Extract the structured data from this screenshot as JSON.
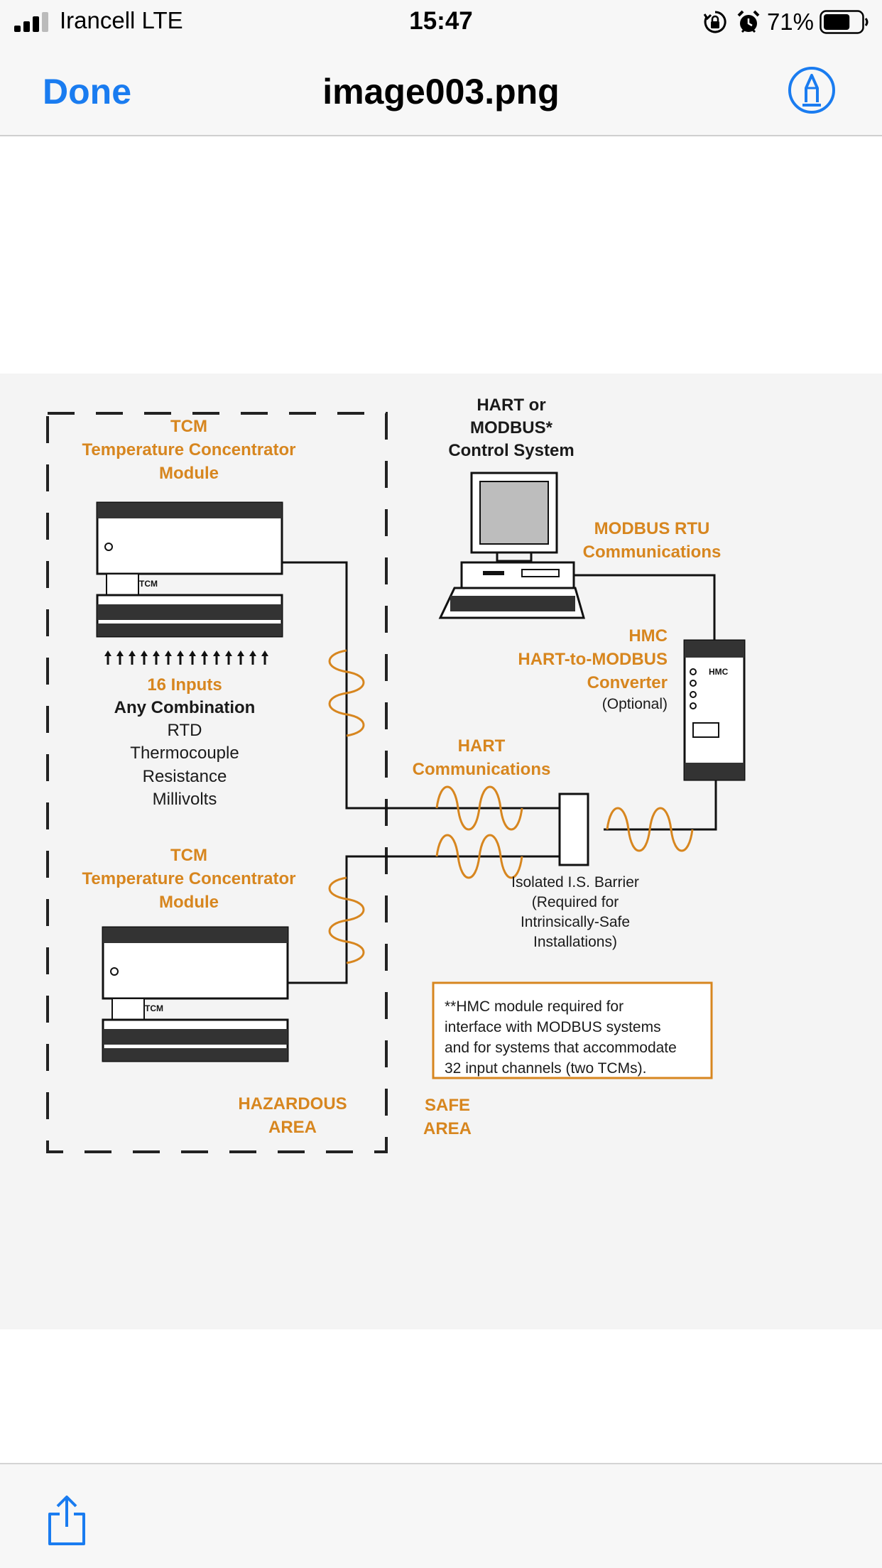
{
  "status_bar": {
    "carrier": "Irancell  LTE",
    "time": "15:47",
    "battery_percent": "71%",
    "battery_level": 0.71
  },
  "nav": {
    "done_label": "Done",
    "title": "image003.png"
  },
  "diagram": {
    "tcm1": {
      "line1": "TCM",
      "line2": "Temperature Concentrator",
      "line3": "Module"
    },
    "inputs": {
      "count_label": "16 Inputs",
      "combo_label": "Any Combination",
      "types": [
        "RTD",
        "Thermocouple",
        "Resistance",
        "Millivolts"
      ]
    },
    "tcm2": {
      "line1": "TCM",
      "line2": "Temperature Concentrator",
      "line3": "Module"
    },
    "control": {
      "line1": "HART or",
      "line2": "MODBUS*",
      "line3": "Control System"
    },
    "modbus_rtu": {
      "line1": "MODBUS RTU",
      "line2": "Communications"
    },
    "hmc": {
      "line1": "HMC",
      "line2": "HART-to-MODBUS",
      "line3": "Converter",
      "line4": "(Optional)"
    },
    "hart_comm": {
      "line1": "HART",
      "line2": "Communications"
    },
    "barrier": {
      "line1": "Isolated I.S. Barrier",
      "line2": "(Required for",
      "line3": "Intrinsically-Safe",
      "line4": "Installations)"
    },
    "note": {
      "line1": "**HMC module required for",
      "line2": "interface with MODBUS systems",
      "line3": "and for systems that accommodate",
      "line4": "32 input channels (two TCMs)."
    },
    "hazardous": {
      "line1": "HAZARDOUS",
      "line2": "AREA"
    },
    "safe": {
      "line1": "SAFE",
      "line2": "AREA"
    },
    "device_labels": {
      "tcm": "TCM",
      "hmc": "HMC"
    }
  },
  "colors": {
    "accent_blue": "#1a7cf0",
    "diagram_orange": "#d7861f",
    "bar_bg": "#f7f7f7"
  },
  "icons": {
    "done_side": "none",
    "markup": "markup-pen-icon",
    "share": "share-icon"
  }
}
